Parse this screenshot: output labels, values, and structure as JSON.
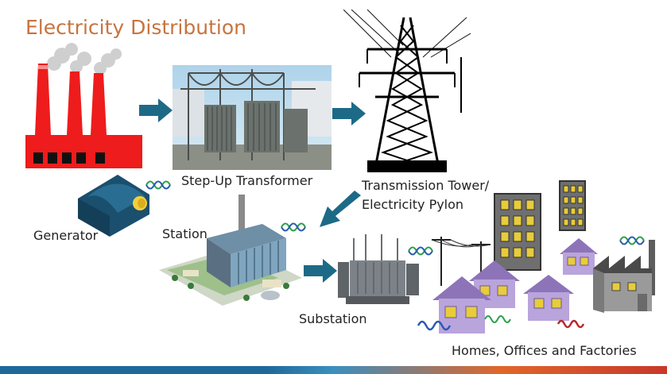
{
  "slide": {
    "title": "Electricity Distribution"
  },
  "labels": {
    "step_up_transformer": "Step-Up Transformer",
    "transmission_tower_line1": "Transmission Tower/",
    "transmission_tower_line2": "Electricity Pylon",
    "generator": "Generator",
    "station": "Station",
    "substation": "Substation",
    "homes": "Homes, Offices and Factories"
  },
  "colors": {
    "title": "#c8733d",
    "arrow": "#1d6a87",
    "factory_red": "#ee1c1c",
    "generator_blue": "#1e5a7c",
    "wave_green": "#2aa04a",
    "wave_blue": "#2a5ab0",
    "wave_red": "#b42a2a",
    "house_purple": "#a98fd0",
    "building_gray": "#6f6f6f",
    "window_yellow": "#e8cc3a"
  }
}
